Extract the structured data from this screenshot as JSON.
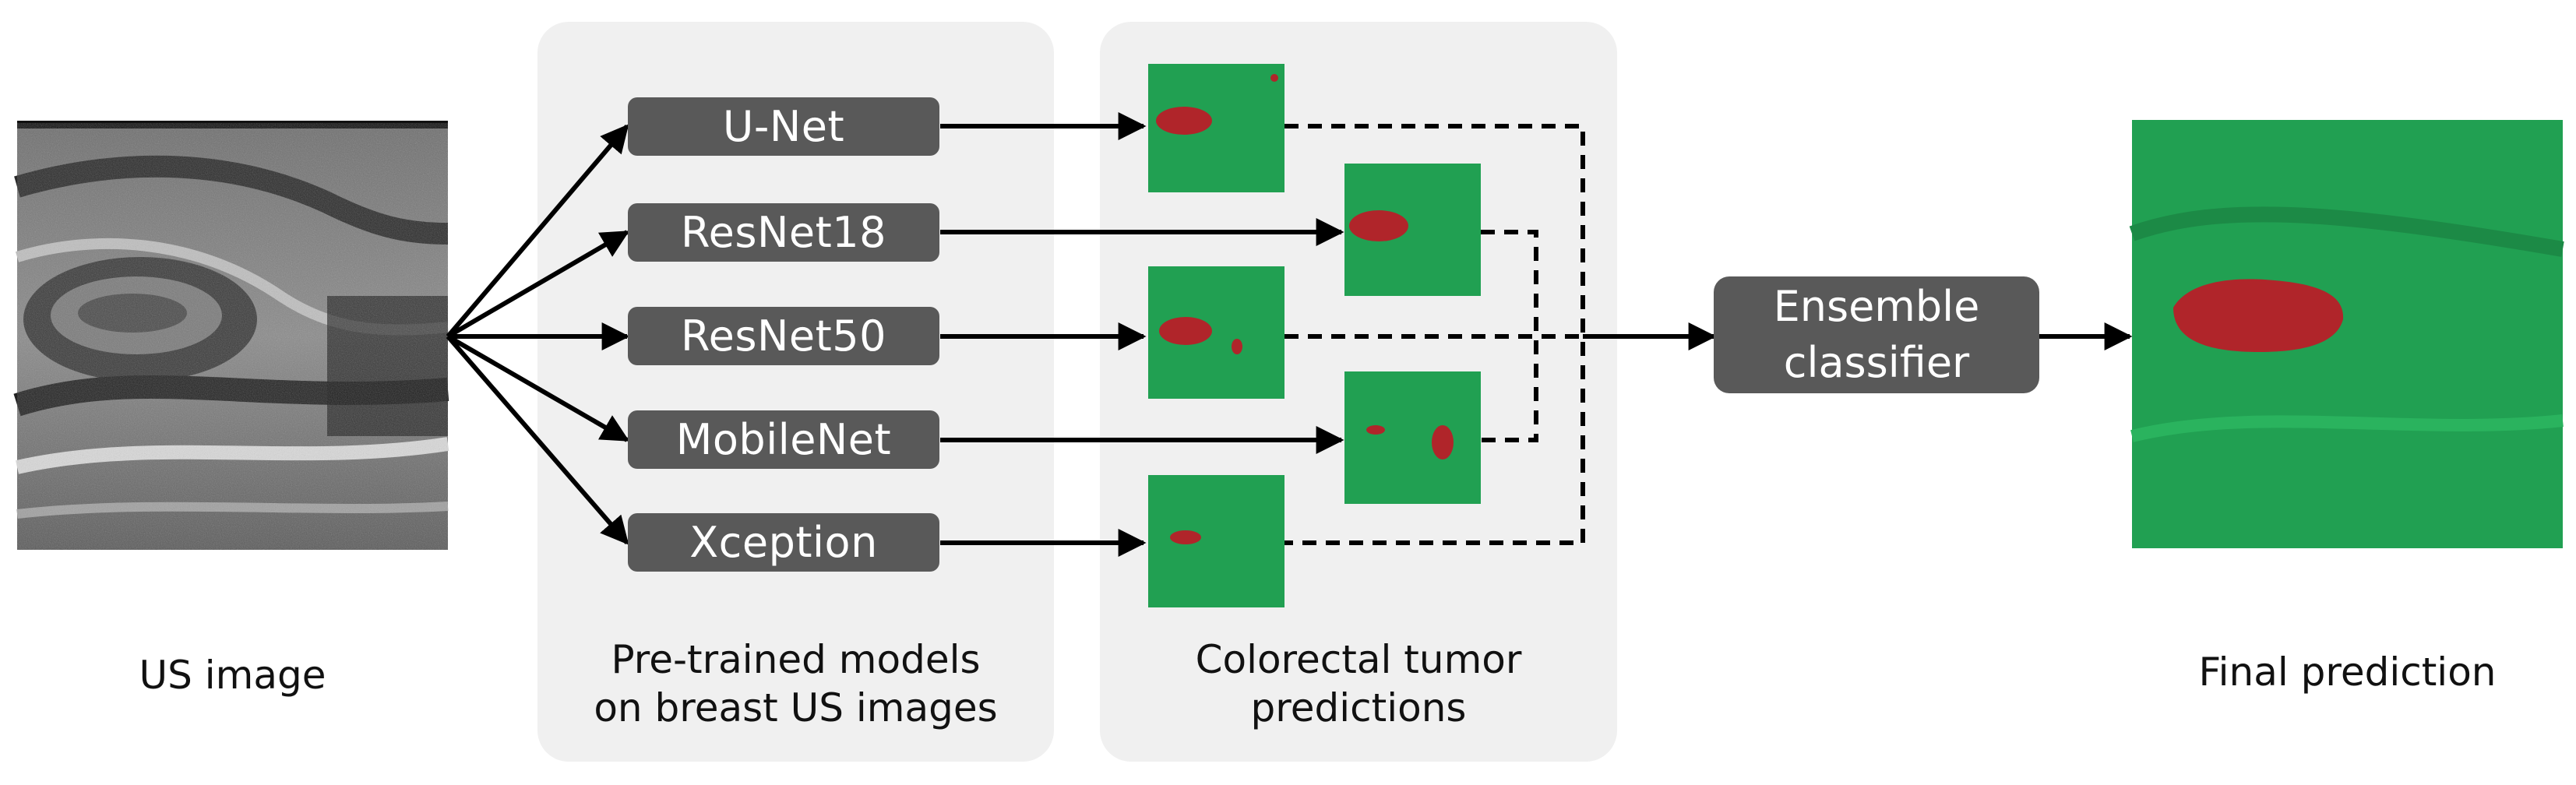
{
  "captions": {
    "us_image": "US image",
    "models_line1": "Pre-trained models",
    "models_line2": "on breast US images",
    "preds_line1": "Colorectal tumor",
    "preds_line2": "predictions",
    "final": "Final prediction"
  },
  "models": [
    {
      "label": "U-Net"
    },
    {
      "label": "ResNet18"
    },
    {
      "label": "ResNet50"
    },
    {
      "label": "MobileNet"
    },
    {
      "label": "Xception"
    }
  ],
  "ensemble": {
    "line1": "Ensemble",
    "line2": "classifier"
  },
  "colors": {
    "panel": "#f0f0f0",
    "box": "#595959",
    "box_text": "#ffffff",
    "mask_green": "#21a052",
    "tumor_red": "#b0252a",
    "arrow": "#000000"
  }
}
